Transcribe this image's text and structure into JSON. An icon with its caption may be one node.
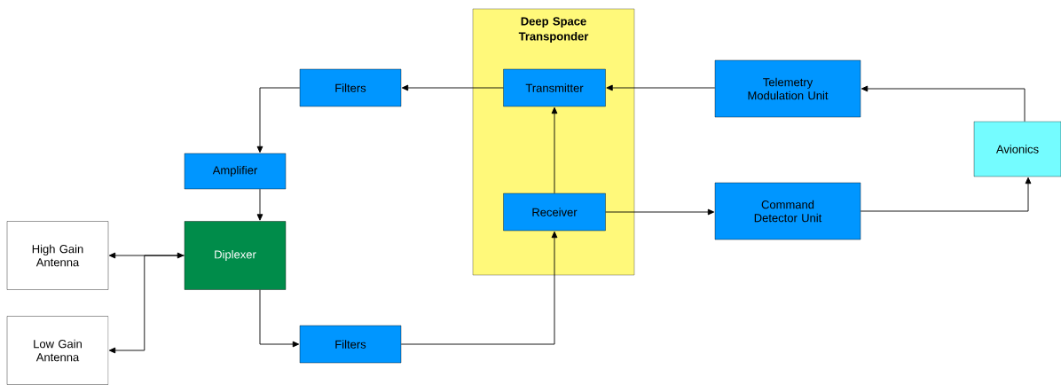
{
  "diagram": {
    "nodes": [
      {
        "text": [
          "Deep Space Transponder"
        ]
      },
      {
        "text": [
          "Transmitter"
        ],
        "in": 0
      },
      {
        "text": [
          "Receiver"
        ],
        "in": 0
      },
      {
        "text": [
          "Filters"
        ]
      },
      {
        "text": [
          "Telemetry Modulation Unit"
        ]
      },
      {
        "text": [
          "Avionics"
        ]
      },
      {
        "text": [
          "Amplifier"
        ]
      },
      {
        "text": [
          "Command Detector Unit"
        ]
      },
      {
        "text": [
          "High Gain Antenna"
        ]
      },
      {
        "text": [
          "Diplexer"
        ]
      },
      {
        "text": [
          "Low Gain Antenna"
        ]
      },
      {
        "text": [
          "Filters"
        ]
      }
    ],
    "edges": [
      {
        "from": 1,
        "to": 3,
        "arrow": "to"
      },
      {
        "from": 4,
        "to": 1,
        "arrow": "to"
      },
      {
        "from": 5,
        "to": 4,
        "arrow": "to"
      },
      {
        "from": 2,
        "to": 1,
        "arrow": "to"
      },
      {
        "from": 2,
        "to": 7,
        "arrow": "to"
      },
      {
        "from": 7,
        "to": 5,
        "arrow": "to"
      },
      {
        "from": 3,
        "to": 6,
        "arrow": "to"
      },
      {
        "from": 6,
        "to": 9,
        "arrow": "to"
      },
      {
        "from": 9,
        "to": 11,
        "arrow": "to"
      },
      {
        "from": 11,
        "to": 2,
        "arrow": "to"
      },
      {
        "from": 8,
        "to": 9,
        "arrow": "both"
      },
      {
        "from": 9,
        "to": 10,
        "arrow": "to"
      }
    ]
  }
}
